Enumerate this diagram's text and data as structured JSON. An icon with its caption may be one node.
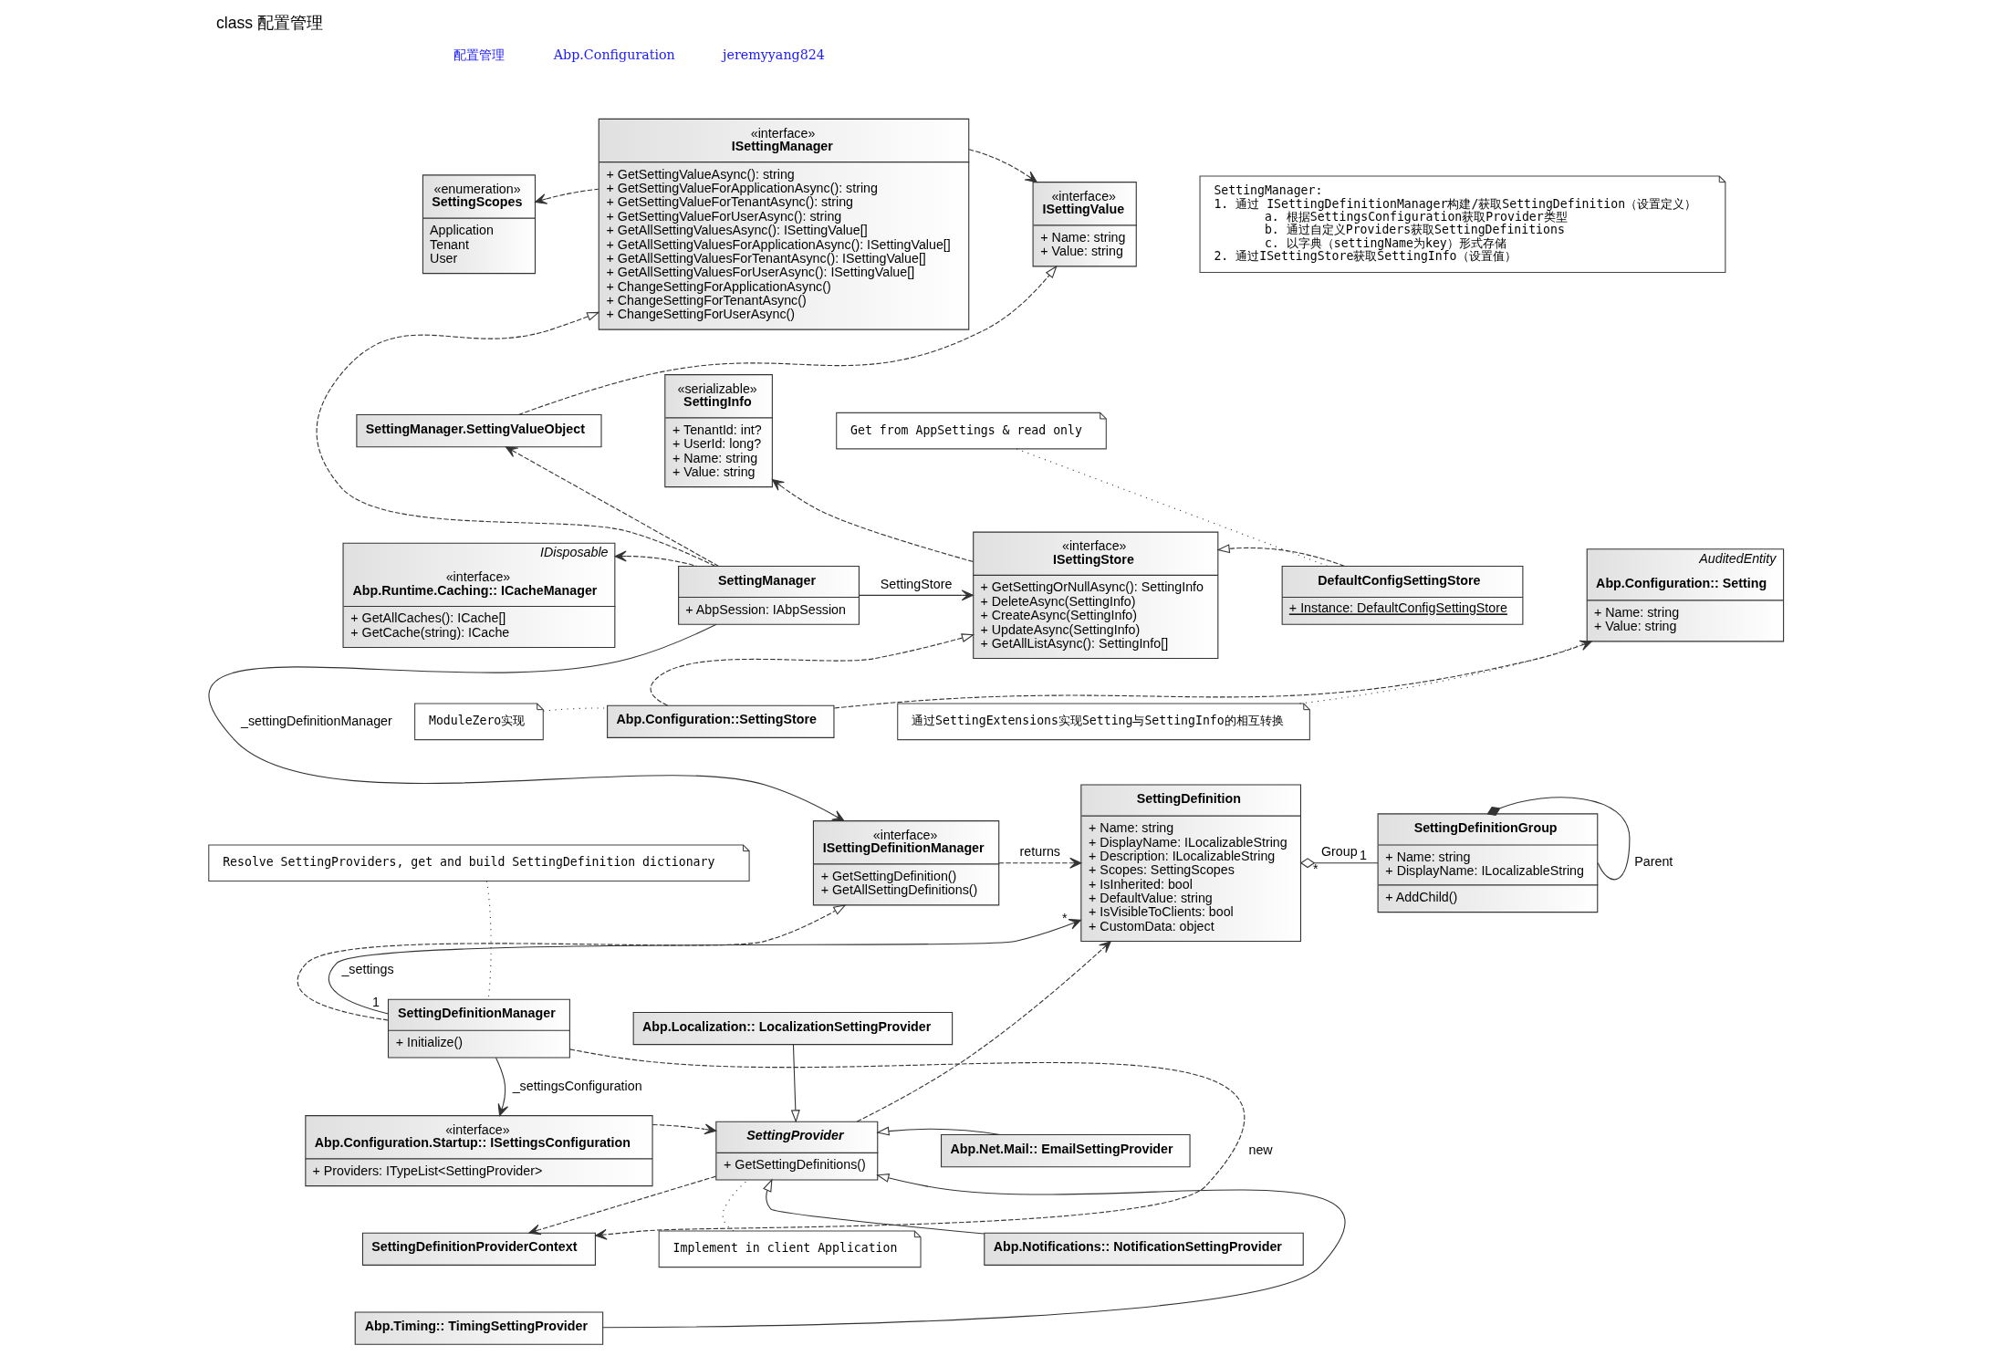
{
  "diagram": {
    "title": "class 配置管理",
    "nodes": [
      {
        "text": [
          "«interface»",
          "ISettingManager",
          "+ GetSettingValueAsync(): string",
          "+ GetSettingValueForApplicationAsync(): string",
          "+ GetSettingValueForTenantAsync(): string",
          "+ GetSettingValueForUserAsync(): string",
          "+ GetAllSettingValuesAsync(): ISettingValue[]",
          "+ GetAllSettingValuesForApplicationAsync(): ISettingValue[]",
          "+ GetAllSettingValuesForTenantAsync(): ISettingValue[]",
          "+ GetAllSettingValuesForUserAsync(): ISettingValue[]",
          "+ ChangeSettingForApplicationAsync()",
          "+ ChangeSettingForTenantAsync()",
          "+ ChangeSettingForUserAsync()"
        ]
      },
      {
        "text": [
          "«interface»",
          "ISettingValue",
          "+ Name: string",
          "+ Value: string"
        ]
      },
      {
        "text": [
          "«enumeration»",
          "SettingScopes",
          "Application",
          "Tenant",
          "User"
        ]
      },
      {
        "text": [
          "SettingManager.SettingValueObject"
        ]
      },
      {
        "text": [
          "«serializable»",
          "SettingInfo",
          "+ TenantId: int?",
          "+ UserId: long?",
          "+ Name: string",
          "+ Value: string"
        ]
      },
      {
        "text": [
          "SettingManager:",
          "1. 通过 ISettingDefinitionManager构建/获取SettingDefinition（设置定义）",
          "a. 根据SettingsConfiguration获取Provider类型",
          "b. 通过自定义Providers获取SettingDefinitions",
          "c. 以字典（settingName为key）形式存储",
          "2. 通过ISettingStore获取SettingInfo（设置值）"
        ]
      },
      {
        "text": [
          "IDisposable",
          "«interface»",
          "Abp.Runtime.Caching:: ICacheManager",
          "+ GetAllCaches(): ICache[]",
          "+ GetCache(string): ICache"
        ]
      },
      {
        "text": [
          "SettingManager",
          "+ AbpSession: IAbpSession"
        ]
      },
      {
        "text": [
          "«interface»",
          "ISettingStore",
          "+ GetSettingOrNullAsync(): SettingInfo",
          "+ DeleteAsync(SettingInfo)",
          "+ CreateAsync(SettingInfo)",
          "+ UpdateAsync(SettingInfo)",
          "+ GetAllListAsync(): SettingInfo[]"
        ]
      },
      {
        "text": [
          "Get from AppSettings & read only"
        ]
      },
      {
        "text": [
          "DefaultConfigSettingStore",
          "+ Instance: DefaultConfigSettingStore"
        ]
      },
      {
        "text": [
          "AuditedEntity",
          "Abp.Configuration:: Setting",
          "+ Name: string",
          "+ Value: string"
        ]
      },
      {
        "text": [
          "Abp.Configuration::SettingStore"
        ]
      },
      {
        "text": [
          "ModuleZero实现"
        ]
      },
      {
        "text": [
          "通过SettingExtensions实现Setting与SettingInfo的相互转换"
        ]
      },
      {
        "text": [
          "«interface»",
          "ISettingDefinitionManager",
          "+ GetSettingDefinition()",
          "+ GetAllSettingDefinitions()"
        ]
      },
      {
        "text": [
          "SettingDefinition",
          "+ Name: string",
          "+ DisplayName: ILocalizableString",
          "+ Description: ILocalizableString",
          "+ Scopes: SettingScopes",
          "+ IsInherited: bool",
          "+ DefaultValue: string",
          "+ IsVisibleToClients: bool",
          "+ CustomData: object"
        ]
      },
      {
        "text": [
          "Resolve SettingProviders, get and build SettingDefinition dictionary"
        ]
      },
      {
        "text": [
          "SettingDefinitionGroup",
          "+ Name: string",
          "+ DisplayName: ILocalizableString",
          "+ AddChild()"
        ]
      },
      {
        "text": [
          "SettingDefinitionManager",
          "+ Initialize()"
        ]
      },
      {
        "text": [
          "«interface»",
          "Abp.Configuration.Startup:: ISettingsConfiguration",
          "+ Providers: ITypeList<SettingProvider>"
        ]
      },
      {
        "text": [
          "SettingProvider",
          "+ GetSettingDefinitions()"
        ]
      },
      {
        "text": [
          "SettingDefinitionProviderContext"
        ]
      },
      {
        "text": [
          "Implement in client Application"
        ]
      },
      {
        "text": [
          "Abp.Localization:: LocalizationSettingProvider"
        ]
      },
      {
        "text": [
          "Abp.Net.Mail:: EmailSettingProvider"
        ]
      },
      {
        "text": [
          "Abp.Notifications:: NotificationSettingProvider"
        ]
      },
      {
        "text": [
          "Abp.Timing:: TimingSettingProvider"
        ]
      }
    ],
    "edges": [
      {
        "from": 0,
        "to": 1,
        "arrow": "to",
        "style": "dashed"
      },
      {
        "from": 0,
        "to": 2,
        "arrow": "to",
        "style": "dashed"
      },
      {
        "from": 3,
        "to": 1,
        "arrow": "to",
        "style": "dashed"
      },
      {
        "from": 7,
        "to": 0,
        "arrow": "to",
        "style": "dashed"
      },
      {
        "from": 7,
        "to": 3,
        "arrow": "to",
        "style": "dashed"
      },
      {
        "from": 7,
        "to": 6,
        "arrow": "to",
        "style": "dashed"
      },
      {
        "from": 7,
        "to": 8,
        "arrow": "to",
        "label": "SettingStore"
      },
      {
        "from": 7,
        "to": 15,
        "arrow": "to",
        "label": "_settingDefinitionManager"
      },
      {
        "from": 8,
        "to": 4,
        "arrow": "to",
        "style": "dashed"
      },
      {
        "from": 10,
        "to": 8,
        "arrow": "to",
        "style": "dashed"
      },
      {
        "from": 12,
        "to": 8,
        "arrow": "to",
        "style": "dashed"
      },
      {
        "from": 12,
        "to": 11,
        "arrow": "to",
        "style": "dashed"
      },
      {
        "from": 9,
        "to": 10,
        "arrow": "none",
        "style": "dashed"
      },
      {
        "from": 13,
        "to": 12,
        "arrow": "none",
        "style": "dashed"
      },
      {
        "from": 14,
        "to": 11,
        "arrow": "none",
        "style": "dashed"
      },
      {
        "from": 15,
        "to": 16,
        "arrow": "to",
        "style": "dashed",
        "label": "returns"
      },
      {
        "from": 19,
        "to": 15,
        "arrow": "to",
        "style": "dashed"
      },
      {
        "from": 17,
        "to": 19,
        "arrow": "none",
        "style": "dashed"
      },
      {
        "from": 19,
        "to": 16,
        "arrow": "to",
        "label": "_settings"
      },
      {
        "from": 19,
        "to": 22,
        "arrow": "to",
        "style": "dashed",
        "label": "new"
      },
      {
        "from": 19,
        "to": 20,
        "arrow": "to",
        "label": "_settingsConfiguration"
      },
      {
        "from": 16,
        "to": 18,
        "arrow": "other",
        "label": "Group"
      },
      {
        "from": 18,
        "to": 18,
        "arrow": "other",
        "label": "Parent"
      },
      {
        "from": 20,
        "to": 21,
        "arrow": "to",
        "style": "dashed"
      },
      {
        "from": 21,
        "to": 22,
        "arrow": "to",
        "style": "dashed"
      },
      {
        "from": 21,
        "to": 16,
        "arrow": "to",
        "style": "dashed"
      },
      {
        "from": 23,
        "to": 21,
        "arrow": "none",
        "style": "dashed"
      },
      {
        "from": 24,
        "to": 21,
        "arrow": "to"
      },
      {
        "from": 25,
        "to": 21,
        "arrow": "to"
      },
      {
        "from": 26,
        "to": 21,
        "arrow": "to"
      },
      {
        "from": 27,
        "to": 21,
        "arrow": "to"
      }
    ],
    "labels": [
      "配置管理",
      "Abp.Configuration",
      "jeremyyang824",
      "1",
      "*",
      "*",
      "1"
    ]
  }
}
